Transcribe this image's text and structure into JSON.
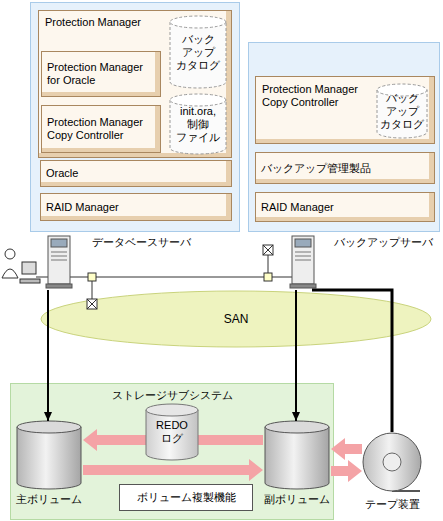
{
  "diagram": {
    "nodes": [
      {
        "text": [
          "データベースサーバ"
        ]
      },
      {
        "text": [
          "Protection Manager"
        ],
        "in": 0
      },
      {
        "text": [
          "Protection Manager for Oracle"
        ],
        "in": 1
      },
      {
        "text": [
          "Protection Manager Copy Controller"
        ],
        "in": 1
      },
      {
        "text": [
          "バック アップ カタログ"
        ],
        "in": 1
      },
      {
        "text": [
          "init.ora, 制御 ファイル"
        ],
        "in": 1
      },
      {
        "text": [
          "Oracle"
        ],
        "in": 0
      },
      {
        "text": [
          "RAID Manager"
        ],
        "in": 0
      },
      {
        "text": [
          "バックアップサーバ"
        ]
      },
      {
        "text": [
          "Protection Manager Copy Controller"
        ],
        "in": 8
      },
      {
        "text": [
          "バック アップ カタログ"
        ],
        "in": 9
      },
      {
        "text": [
          "バックアップ管理製品"
        ],
        "in": 8
      },
      {
        "text": [
          "RAID Manager"
        ],
        "in": 8
      },
      {
        "text": [
          "SAN"
        ]
      },
      {
        "text": [
          "ストレージサブシステム"
        ]
      },
      {
        "text": [
          "主ボリューム"
        ],
        "in": 14
      },
      {
        "text": [
          "REDO ログ"
        ],
        "in": 14
      },
      {
        "text": [
          "副ボリューム"
        ],
        "in": 14
      },
      {
        "text": [
          "ボリューム複製機能"
        ],
        "in": 14
      },
      {
        "text": [
          "テープ装置"
        ]
      }
    ],
    "edges": [
      {
        "from": 0,
        "to": 15,
        "arrow": "to"
      },
      {
        "from": 8,
        "to": 17,
        "arrow": "to"
      },
      {
        "from": 8,
        "to": 19,
        "arrow": "none"
      },
      {
        "from": 17,
        "to": 15,
        "arrow": "to"
      },
      {
        "from": 15,
        "to": 17,
        "arrow": "to"
      },
      {
        "from": 19,
        "to": 17,
        "arrow": "to"
      },
      {
        "from": 17,
        "to": 19,
        "arrow": "to"
      }
    ]
  }
}
